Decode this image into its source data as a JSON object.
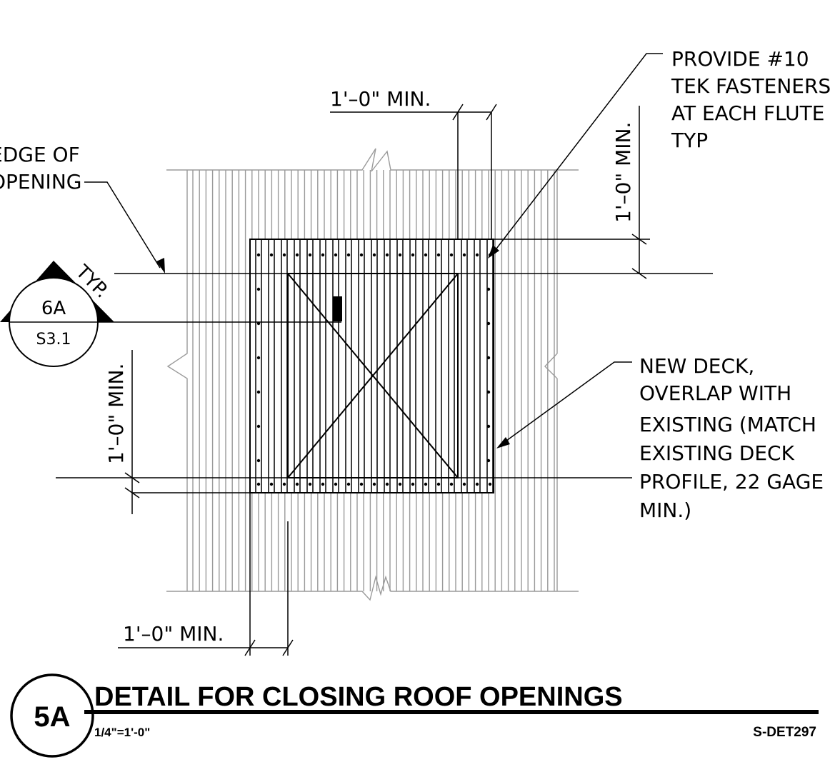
{
  "callouts": {
    "fasteners": [
      "PROVIDE #10",
      "TEK FASTENERS",
      "AT EACH FLUTE",
      "TYP"
    ],
    "edge": [
      "EDGE OF",
      "OPENING"
    ],
    "new_deck": [
      "NEW DECK,",
      "OVERLAP WITH",
      "EXISTING (MATCH",
      "EXISTING DECK",
      "PROFILE, 22 GAGE",
      "MIN.)"
    ]
  },
  "dimensions": {
    "top": "1'–0\" MIN.",
    "right_vertical": "1'–0\" MIN.",
    "left_vertical": "1'–0\" MIN.",
    "bottom": "1'–0\" MIN."
  },
  "section_marker": {
    "typ": "TYP.",
    "detail": "6A",
    "sheet": "S3.1"
  },
  "title_block": {
    "number": "5A",
    "title": "DETAIL FOR CLOSING ROOF OPENINGS",
    "scale": "1/4\"=1'-0\"",
    "ref": "S-DET297"
  }
}
